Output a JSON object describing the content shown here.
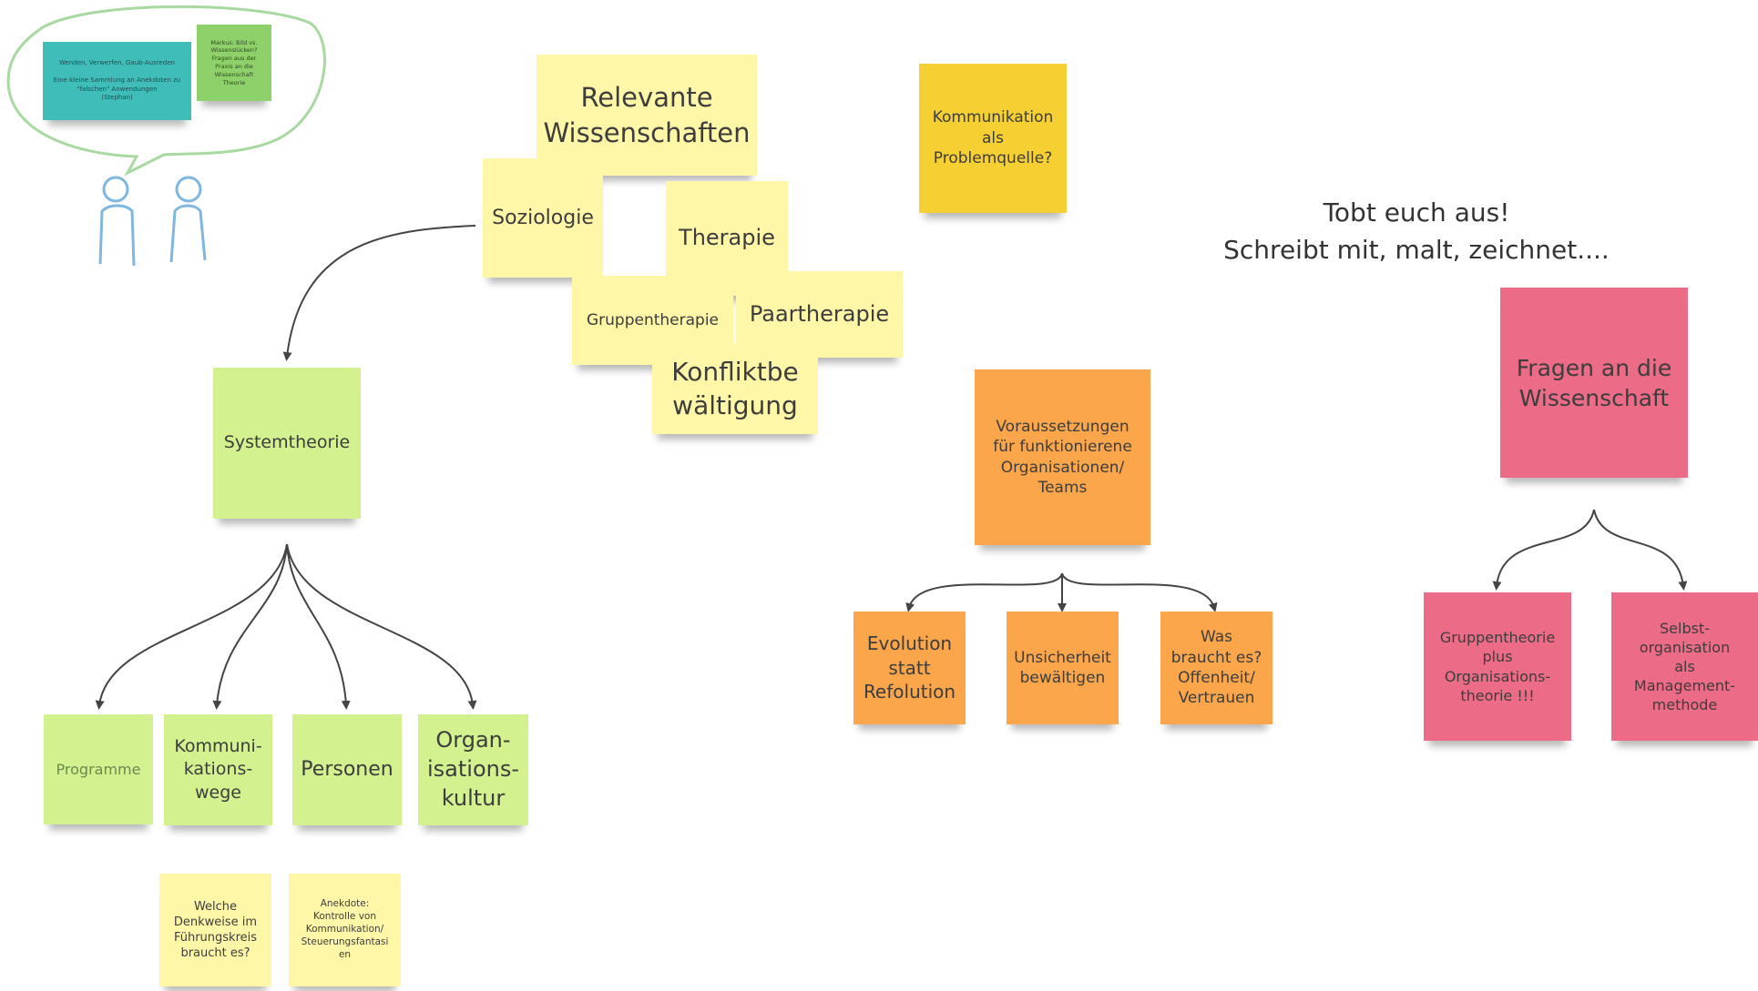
{
  "colors": {
    "yellow": "#fff7a8",
    "green": "#d3f18e",
    "orange": "#fba64b",
    "gold": "#f6d032",
    "pink": "#ec6b86",
    "teal": "#3fbdb8",
    "light_green": "#8ed06a",
    "connector": "#444444",
    "sketch_bubble": "#a8d9a0",
    "sketch_people": "#7fb7e0"
  },
  "icons": {
    "people_sketch": "two-people-speech-bubble-drawing"
  },
  "notes": {
    "relevante_wissenschaften": "Relevante\nWissenschaften",
    "soziologie": "Soziologie",
    "therapie": "Therapie",
    "gruppentherapie": "Gruppentherapie",
    "paartherapie": "Paartherapie",
    "konfliktbewaeltigung": "Konfliktbe\nwältigung",
    "kommunikation": "Kommunikation\nals\nProblemquelle?",
    "systemtheorie": "Systemtheorie",
    "programme": "Programme",
    "kommunikationswege": "Kommuni-\nkations-\nwege",
    "personen": "Personen",
    "organisationskultur": "Organ-\nisations-\nkultur",
    "welche_denkweise": "Welche\nDenkweise im\nFührungskreis\nbraucht es?",
    "anekdote": "Anekdote:\nKontrolle von\nKommunikation/\nSteuerungsfantasi\nen",
    "voraussetzungen": "Voraussetzungen\nfür funktionierene\nOrganisationen/\nTeams",
    "evolution": "Evolution\nstatt\nRefolution",
    "unsicherheit": "Unsicherheit\nbewältigen",
    "was_braucht": "Was\nbraucht es?\nOffenheit/\nVertrauen",
    "fragen": "Fragen an die\nWissenschaft",
    "gruppentheorie_plus": "Gruppentheorie\nplus\nOrganisations-\ntheorie !!!",
    "selbstorganisation": "Selbst-\norganisation\nals\nManagement-\nmethode",
    "teal_note": "Wenden, Verwerfen, Gaub-Ausreden\n\nEine kleine Sammlung an Anekdoten zu \"falschen\" Anwendungen\n(Stephan)",
    "green_small_note": "Markus: Bild vs. Wissenslücken? Fragen aus der Praxis an die Wissenschaft\nTheorie"
  },
  "free_text": {
    "tobt": "Tobt euch aus!\nSchreibt mit, malt, zeichnet...."
  }
}
